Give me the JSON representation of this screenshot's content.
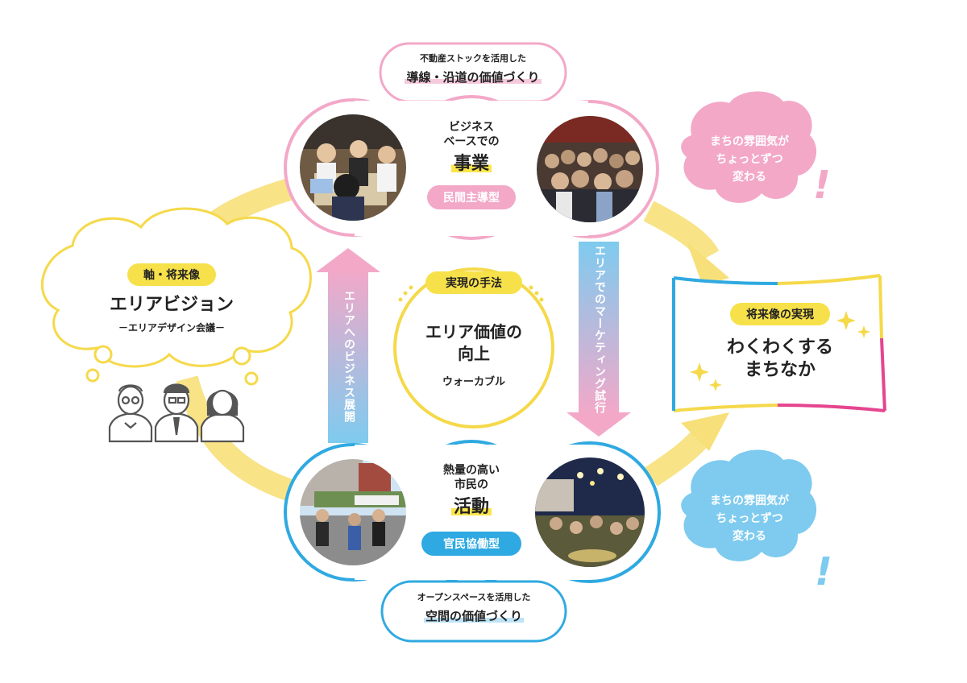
{
  "colors": {
    "pink": "#e98ab2",
    "pink_light": "#f3a8c8",
    "blue": "#2fa9e1",
    "blue_light": "#7ecbef",
    "yellow": "#f5d94a",
    "yellow_tag": "#f7e14a"
  },
  "top_bubble": {
    "small": "不動産ストックを活用した",
    "large": "導線・沿道の価値づくり"
  },
  "business": {
    "line1": "ビジネス",
    "line2": "ベースでの",
    "title": "事業",
    "tag": "民間主導型"
  },
  "activity": {
    "line1": "熱量の高い",
    "line2": "市民の",
    "title": "活動",
    "tag": "官民協働型"
  },
  "bottom_bubble": {
    "small": "オープンスペースを活用した",
    "large": "空間の価値づくり"
  },
  "vision": {
    "tag": "軸・将来像",
    "title": "エリアビジョン",
    "sub": "－エリアデザイン会議－"
  },
  "method": {
    "tag": "実現の手法",
    "line1": "エリア価値の",
    "line2": "向上",
    "sub": "ウォーカブル"
  },
  "future": {
    "tag": "将来像の実現",
    "line1": "わくわくする",
    "line2": "まちなか"
  },
  "clouds": {
    "pink": {
      "line1": "まちの雰囲気が",
      "line2": "ちょっとずつ",
      "line3": "変わる",
      "mark": "!"
    },
    "blue": {
      "line1": "まちの雰囲気が",
      "line2": "ちょっとずつ",
      "line3": "変わる",
      "mark": "!"
    }
  },
  "arrows": {
    "up_label": "エリアへのビジネス展開",
    "down_label": "エリアでのマーケティング試行"
  }
}
